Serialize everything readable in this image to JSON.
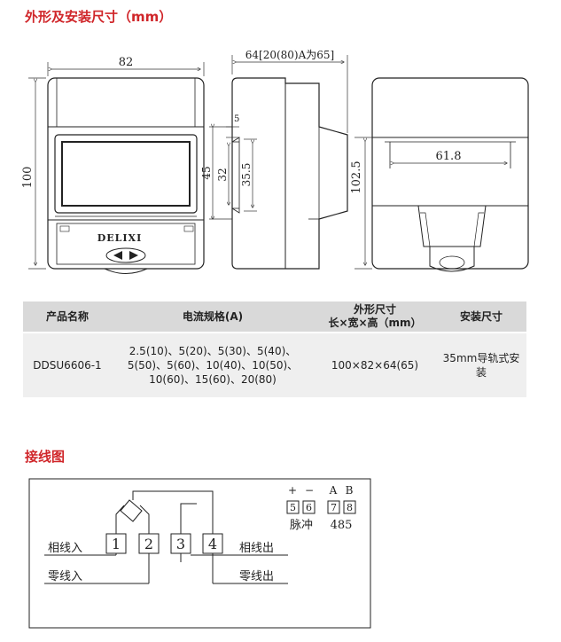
{
  "dimensions": {
    "title": "外形及安装尺寸（mm）",
    "front_width": "82",
    "front_height": "100",
    "side_depth": "64[20(80)A为65]",
    "side_5": "5",
    "side_45": "45",
    "side_32": "32",
    "side_35_5": "35.5",
    "back_height": "102.5",
    "back_width": "61.8",
    "logo_text": "DELIXI"
  },
  "table": {
    "headers": [
      "产品名称",
      "电流规格(A)",
      "外形尺寸",
      "长×宽×高（mm）",
      "安装尺寸"
    ],
    "row": {
      "name": "DDSU6606-1",
      "current_line1": "2.5(10)、5(20)、5(30)、5(40)、",
      "current_line2": "5(50)、5(60)、10(40)、10(50)、",
      "current_line3": "10(60)、15(60)、20(80)",
      "size": "100×82×64(65)",
      "install": "35mm导轨式安装"
    }
  },
  "wiring": {
    "title": "接线图",
    "terminals": [
      "1",
      "2",
      "3",
      "4",
      "5",
      "6",
      "7",
      "8"
    ],
    "phase_in": "相线入",
    "neutral_in": "零线入",
    "phase_out": "相线出",
    "neutral_out": "零线出",
    "plus": "+",
    "minus": "−",
    "a": "A",
    "b": "B",
    "pulse": "脉冲",
    "rs485": "485"
  }
}
